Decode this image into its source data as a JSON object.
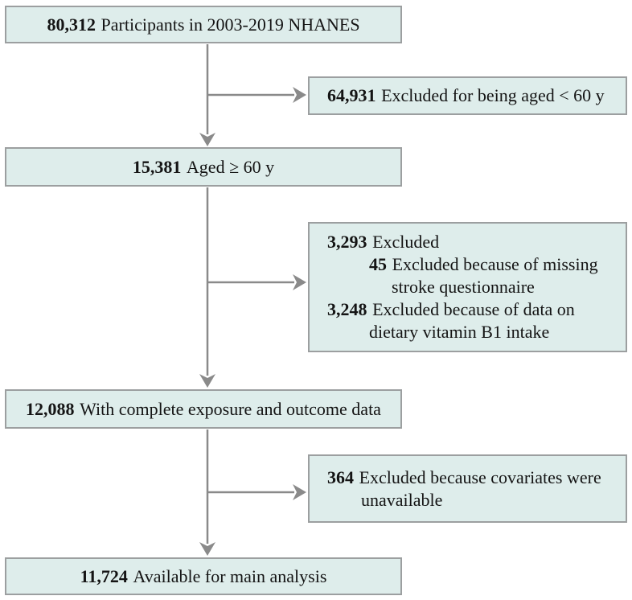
{
  "figure": {
    "colors": {
      "box_fill": "#deedeb",
      "box_border": "#9c9fa0",
      "arrow": "#8a8a8a",
      "text": "#141414"
    },
    "main_boxes": [
      {
        "number": "80,312",
        "text": "Participants in 2003-2019 NHANES"
      },
      {
        "number": "15,381",
        "text": "Aged ≥ 60 y"
      },
      {
        "number": "12,088",
        "text": "With complete exposure and outcome data"
      },
      {
        "number": "11,724",
        "text": "Available for main analysis"
      }
    ],
    "exclusion_boxes": [
      {
        "lines": [
          {
            "number": "64,931",
            "text": "Excluded for being aged < 60 y"
          }
        ]
      },
      {
        "lines": [
          {
            "number": "3,293",
            "text": "Excluded"
          },
          {
            "number": "45",
            "text": "Excluded because of missing"
          },
          {
            "number": "",
            "text": "stroke questionnaire"
          },
          {
            "number": "3,248",
            "text": "Excluded because of data on"
          },
          {
            "number": "",
            "text": "dietary vitamin B1 intake"
          }
        ]
      },
      {
        "lines": [
          {
            "number": "364",
            "text": "Excluded because covariates were"
          },
          {
            "number": "",
            "text": "unavailable"
          }
        ]
      }
    ]
  }
}
